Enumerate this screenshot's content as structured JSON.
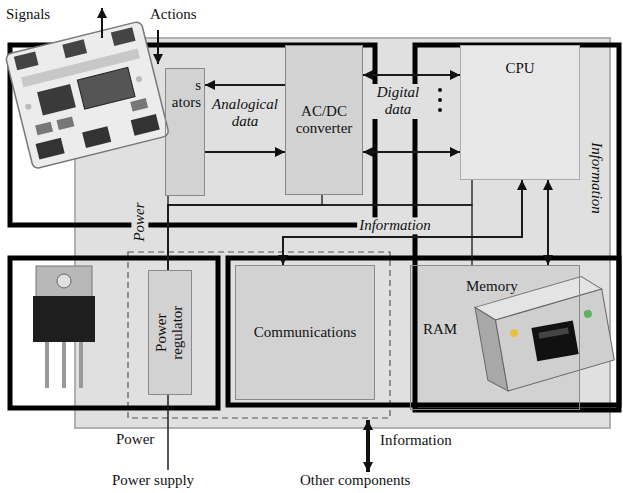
{
  "diagram": {
    "nodes": [
      {
        "text": [
          "s",
          "ators"
        ]
      },
      {
        "text": [
          "AC/DC converter"
        ]
      },
      {
        "text": [
          "CPU"
        ]
      },
      {
        "text": [
          "Power regulator"
        ]
      },
      {
        "text": [
          "Communications"
        ]
      },
      {
        "text": [
          "Memory",
          "RAM"
        ]
      }
    ],
    "edges": [
      {
        "from": 1,
        "to": 0,
        "arrow": "to"
      },
      {
        "from": 0,
        "to": 1,
        "arrow": "to"
      },
      {
        "from": 1,
        "to": 2,
        "arrow": "both"
      },
      {
        "from": 1,
        "to": 2,
        "arrow": "both"
      },
      {
        "from": 2,
        "to": 4,
        "arrow": "both",
        "label": "Information"
      },
      {
        "from": 2,
        "to": 5,
        "arrow": "both",
        "label": "Information"
      },
      {
        "from": 3,
        "to": 0,
        "arrow": "none"
      },
      {
        "from": 3,
        "to": 1,
        "arrow": "none"
      },
      {
        "from": 3,
        "to": 2,
        "arrow": "none"
      },
      {
        "from": 3,
        "to": 5,
        "arrow": "none"
      }
    ],
    "labels": [
      "Signals",
      "Actions",
      "Analogical data",
      "Digital data",
      "Power",
      "Power",
      "Power supply",
      "Information",
      "Other components"
    ]
  }
}
